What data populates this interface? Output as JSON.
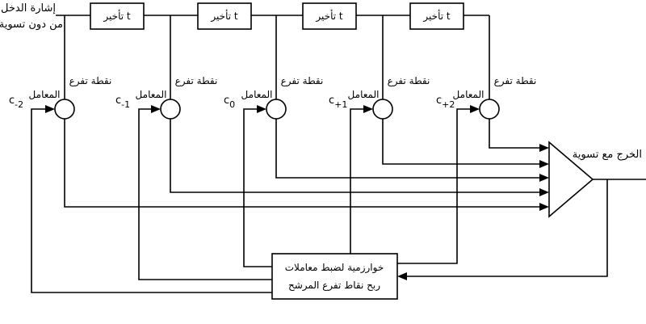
{
  "input_label": {
    "line1": "إشارة الدخل",
    "line2": "من دون تسوية"
  },
  "delay_blocks": [
    {
      "label": "تأخير t"
    },
    {
      "label": "تأخير t"
    },
    {
      "label": "تأخير t"
    },
    {
      "label": "تأخير t"
    }
  ],
  "taps": [
    {
      "tap_label": "نقطة تفرع",
      "coef_label": "المعامل",
      "coef_symbol": "c",
      "coef_sub": "-2"
    },
    {
      "tap_label": "نقطة تفرع",
      "coef_label": "المعامل",
      "coef_symbol": "c",
      "coef_sub": "-1"
    },
    {
      "tap_label": "نقطة تفرع",
      "coef_label": "المعامل",
      "coef_symbol": "c",
      "coef_sub": "0"
    },
    {
      "tap_label": "نقطة تفرع",
      "coef_label": "المعامل",
      "coef_symbol": "c",
      "coef_sub": "+1"
    },
    {
      "tap_label": "نقطة تفرع",
      "coef_label": "المعامل",
      "coef_symbol": "c",
      "coef_sub": "+2"
    }
  ],
  "output_label": "الخرج مع تسوية",
  "algorithm_box": {
    "line1": "خوارزمية لضبط معاملات",
    "line2": "ربح نقاط تفرع المرشح"
  }
}
